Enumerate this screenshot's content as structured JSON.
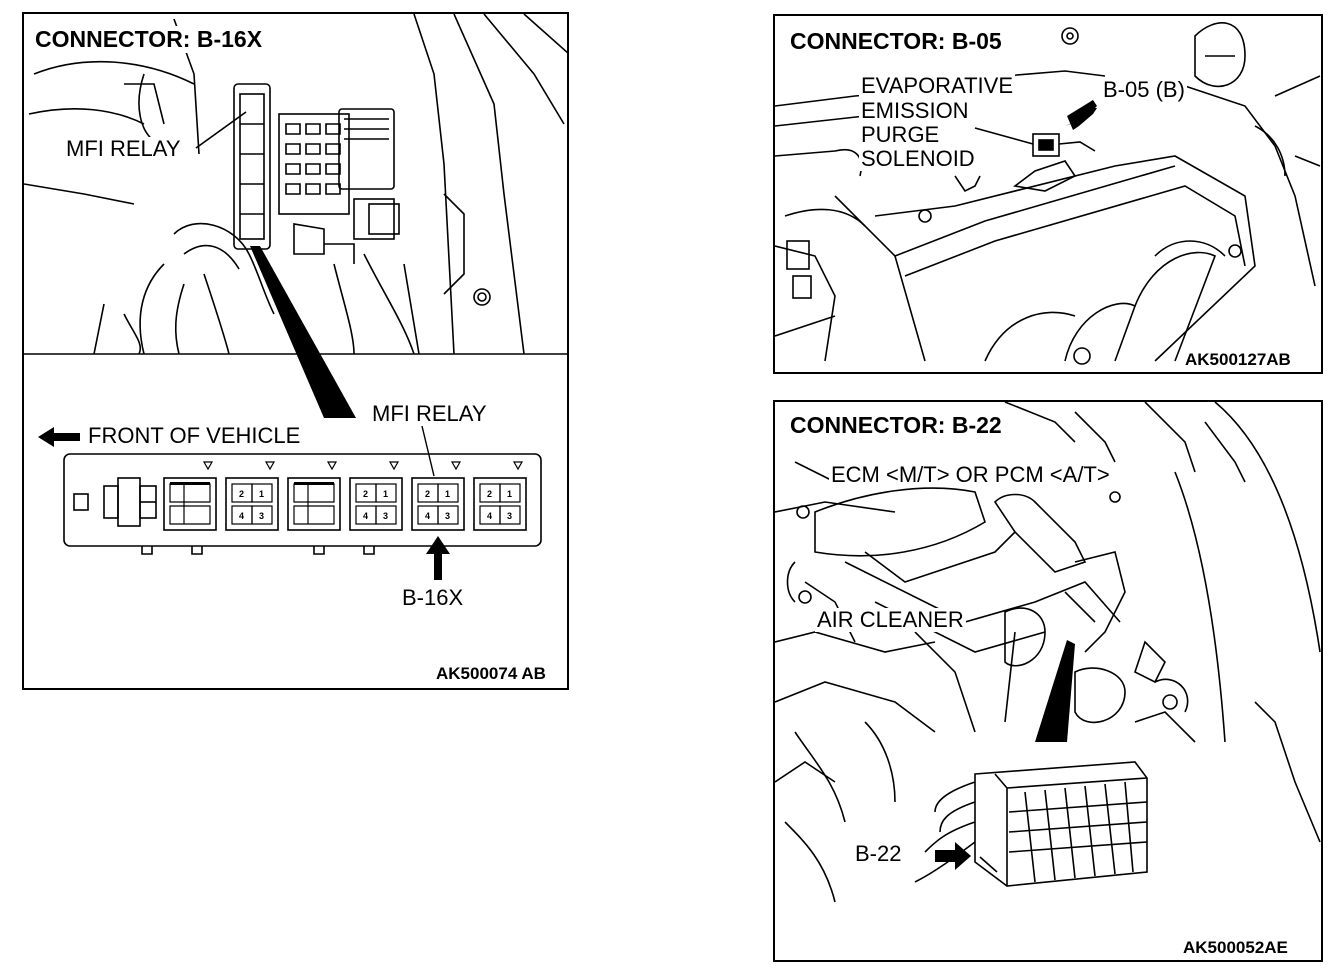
{
  "panels": {
    "b16x": {
      "title": "CONNECTOR: B-16X",
      "mfi_relay_top": "MFI RELAY",
      "mfi_relay_bottom": "MFI RELAY",
      "front_of_vehicle": "FRONT OF VEHICLE",
      "connector_label": "B-16X",
      "code": "AK500074 AB",
      "pins": [
        "2",
        "1",
        "4",
        "3"
      ]
    },
    "b05": {
      "title": "CONNECTOR: B-05",
      "component_line1": "EVAPORATIVE",
      "component_line2": "EMISSION",
      "component_line3": "PURGE",
      "component_line4": "SOLENOID",
      "connector_label": "B-05 (B)",
      "code": "AK500127AB"
    },
    "b22": {
      "title": "CONNECTOR: B-22",
      "ecm_label": "ECM <M/T> OR PCM <A/T>",
      "air_cleaner": "AIR CLEANER",
      "connector_label": "B-22",
      "code": "AK500052AE"
    }
  }
}
